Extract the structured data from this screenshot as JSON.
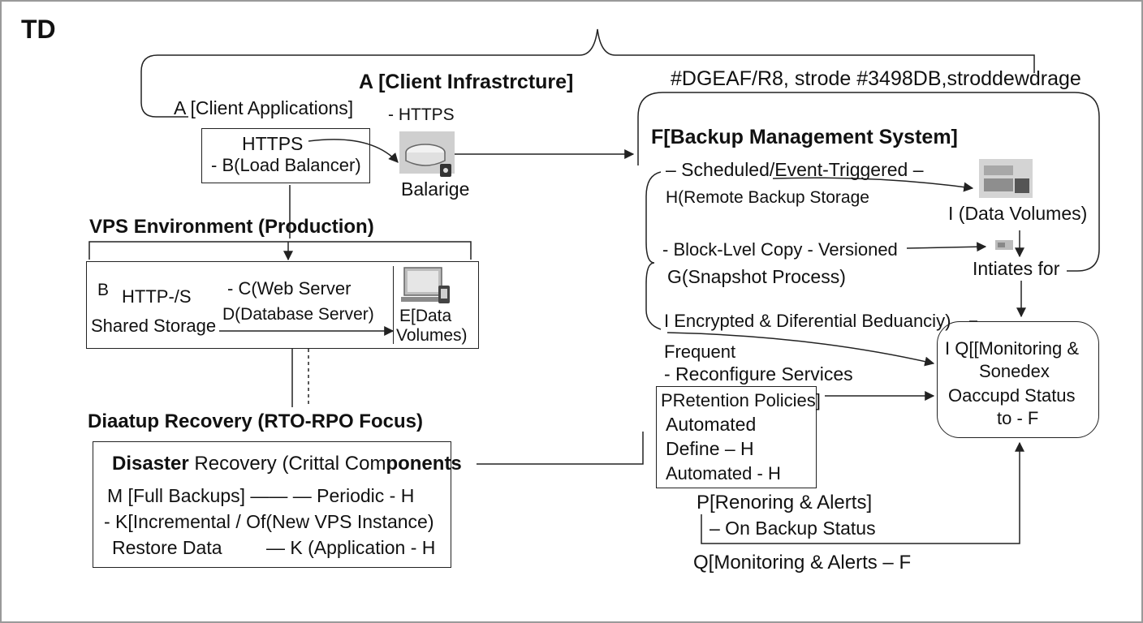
{
  "corner_label": "TD",
  "client": {
    "title": "A [Client Infrastrcture]",
    "apps": "A [Client Applications]",
    "https_top": "- HTTPS",
    "https_box": "HTTPS",
    "lb_box": "- B(Load Balancer)",
    "balancer_icon_label": "Balarige"
  },
  "style_note": "#DGEAF/R8, strode #3498DB,stroddewdrage",
  "vps": {
    "title": "VPS Environment (Production)",
    "b": "B",
    "http": "HTTP-/S",
    "shared": "Shared Storage",
    "web": "- C(Web Server",
    "db": "D(Database Server)",
    "e1": "E[Data",
    "e2": "Volumes)"
  },
  "recovery": {
    "title": "Diaatup Recovery (RTO-RPO Focus)",
    "box_title_b1": "Disaster",
    "box_title_n": " Recovery (Crittal Com",
    "box_title_b2": "ponents",
    "line1": "M [Full Backups] —— — Periodic - H",
    "line2": "- K[Incremental / Of(New VPS Instance)",
    "line3a": "Restore Data",
    "line3b": "— K (Application - H"
  },
  "backup": {
    "title": "F[Backup Management System]",
    "scheduled": "– Scheduled/Event-Triggered –",
    "remote": "H(Remote Backup Storage",
    "data_volumes": "I (Data Volumes)",
    "block": "- Block-Lvel Copy - Versioned",
    "snapshot": "G(Snapshot Process)",
    "initiates": "Intiates for",
    "encrypted": "I Encrypted & Diferential Beduanciy)",
    "frequent": "Frequent",
    "reconfigure": "- Reconfigure Services",
    "retention": "PRetention Policies]",
    "automated1": "Automated",
    "define": "Define – H",
    "automated2": "Automated - H",
    "mon1": "I Q[[Monitoring &",
    "mon2": "Sonedex",
    "mon3": "Oaccupd Status",
    "mon4": "to - F",
    "alerts": "P[Renoring & Alerts]",
    "on_status": "– On Backup Status",
    "q": "Q[Monitoring & Alerts – F"
  },
  "colors": {
    "line": "#222222",
    "frame": "#9a9a9a"
  }
}
